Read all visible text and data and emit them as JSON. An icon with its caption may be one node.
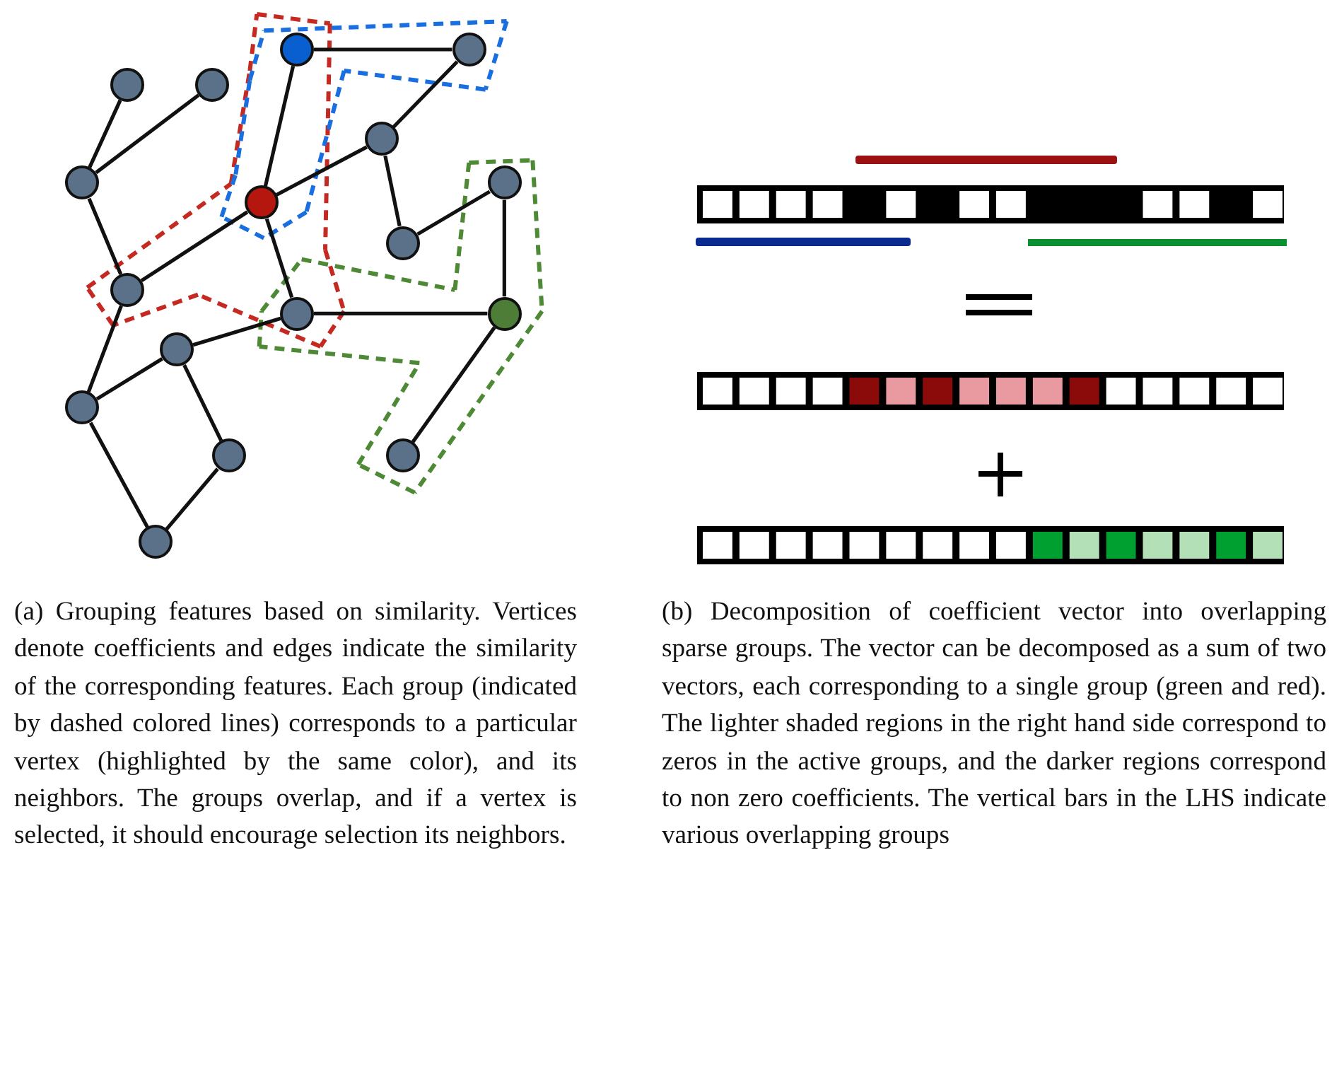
{
  "diagram": {
    "nodes": [
      {
        "text": [],
        "shape": "circle"
      },
      {
        "text": [],
        "shape": "circle"
      },
      {
        "text": [],
        "shape": "circle"
      },
      {
        "text": [],
        "shape": "circle"
      },
      {
        "text": [],
        "shape": "circle"
      },
      {
        "text": [],
        "shape": "circle"
      },
      {
        "text": [],
        "shape": "circle"
      },
      {
        "text": [],
        "shape": "circle"
      },
      {
        "text": [],
        "shape": "circle"
      },
      {
        "text": [],
        "shape": "circle"
      },
      {
        "text": [],
        "shape": "circle"
      },
      {
        "text": [],
        "shape": "circle"
      },
      {
        "text": [],
        "shape": "circle"
      },
      {
        "text": [],
        "shape": "circle"
      },
      {
        "text": [],
        "shape": "circle"
      },
      {
        "text": [],
        "shape": "circle"
      },
      {
        "text": [],
        "shape": "circle"
      }
    ],
    "edges": [
      {
        "from": 0,
        "to": 1,
        "arrow": "none"
      },
      {
        "from": 0,
        "to": 7,
        "arrow": "none"
      },
      {
        "from": 1,
        "to": 4,
        "arrow": "none"
      },
      {
        "from": 2,
        "to": 5,
        "arrow": "none"
      },
      {
        "from": 3,
        "to": 5,
        "arrow": "none"
      },
      {
        "from": 4,
        "to": 7,
        "arrow": "none"
      },
      {
        "from": 4,
        "to": 8,
        "arrow": "none"
      },
      {
        "from": 5,
        "to": 9,
        "arrow": "none"
      },
      {
        "from": 6,
        "to": 8,
        "arrow": "none"
      },
      {
        "from": 6,
        "to": 11,
        "arrow": "none"
      },
      {
        "from": 7,
        "to": 9,
        "arrow": "none"
      },
      {
        "from": 7,
        "to": 10,
        "arrow": "none"
      },
      {
        "from": 10,
        "to": 11,
        "arrow": "none"
      },
      {
        "from": 10,
        "to": 12,
        "arrow": "none"
      },
      {
        "from": 9,
        "to": 13,
        "arrow": "none"
      },
      {
        "from": 12,
        "to": 13,
        "arrow": "none"
      },
      {
        "from": 12,
        "to": 14,
        "arrow": "none"
      },
      {
        "from": 11,
        "to": 15,
        "arrow": "none"
      },
      {
        "from": 13,
        "to": 16,
        "arrow": "none"
      },
      {
        "from": 14,
        "to": 16,
        "arrow": "none"
      }
    ],
    "labels": [
      "(a) Grouping features based on similarity. Vertices denote coefficients and edges indicate the similarity of the corresponding features. Each group (indicated by dashed colored lines) corresponds to a particular vertex (highlighted by the same color), and its neighbors. The groups overlap, and if a vertex is selected, it should encourage selection its neighbors.",
      "(b) Decomposition of coefficient vector into overlapping sparse groups. The vector can be decomposed as a sum of two vectors, each corresponding to a single group (green and red). The lighter shaded regions in the right hand side correspond to zeros in the active groups, and the darker regions correspond to non zero coefficients. The vertical bars in the LHS indicate various overlapping groups"
    ]
  }
}
